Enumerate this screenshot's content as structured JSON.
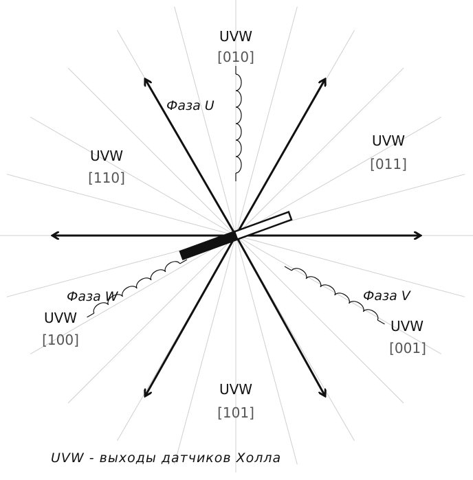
{
  "diagram": {
    "phases": {
      "u": "Фаза U",
      "v": "Фаза V",
      "w": "Фаза W"
    },
    "sectors": [
      {
        "label": "UVW",
        "code": "[010]"
      },
      {
        "label": "UVW",
        "code": "[011]"
      },
      {
        "label": "UVW",
        "code": "[001]"
      },
      {
        "label": "UVW",
        "code": "[101]"
      },
      {
        "label": "UVW",
        "code": "[100]"
      },
      {
        "label": "UVW",
        "code": "[110]"
      }
    ],
    "note": "UVW - выходы датчиков Холла"
  }
}
